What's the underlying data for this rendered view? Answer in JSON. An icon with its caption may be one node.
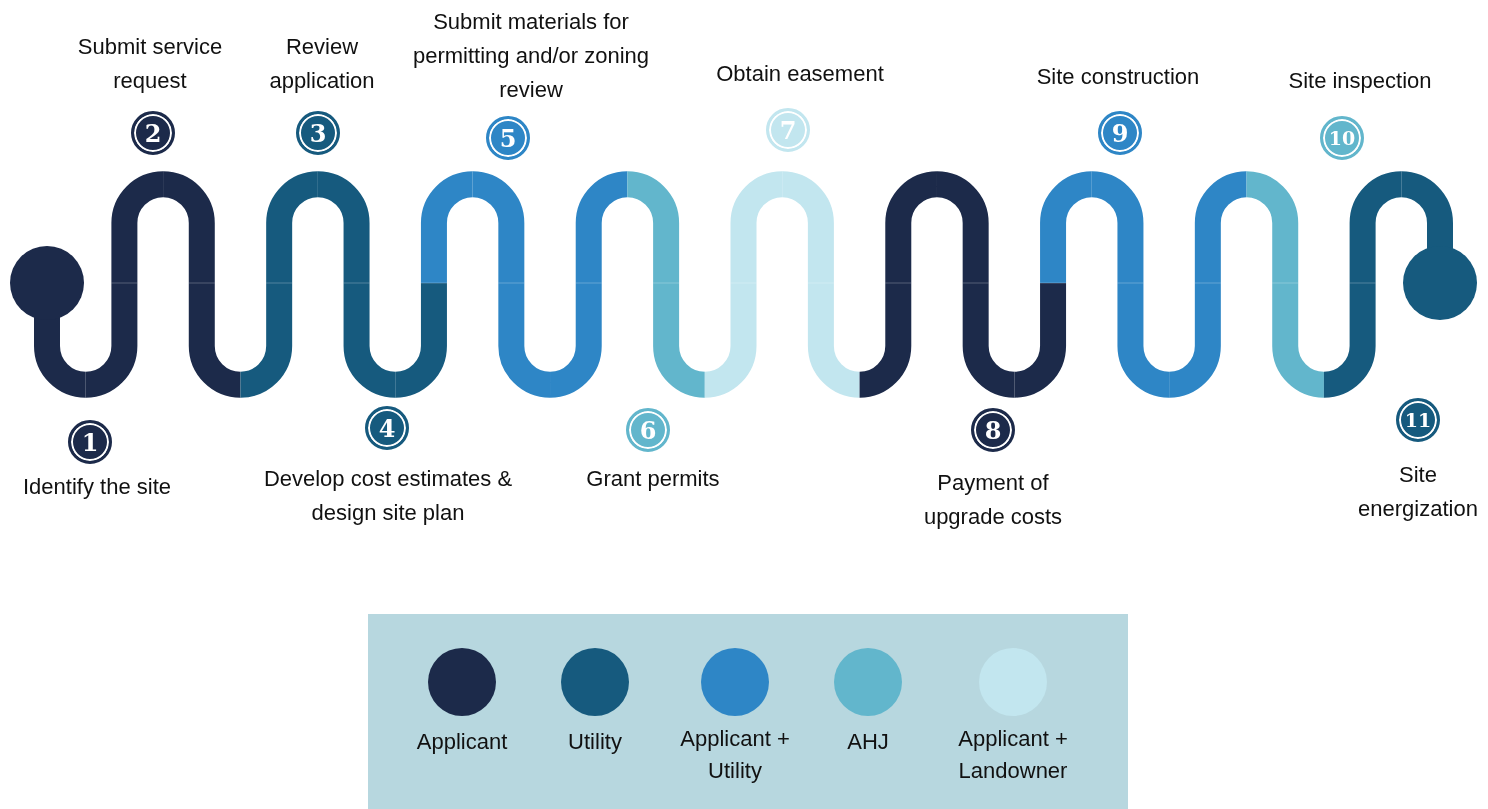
{
  "diagram": {
    "nodes": [
      {
        "text": [],
        "shape": "circle"
      },
      {
        "text": [
          "1"
        ],
        "beside": [
          "Identify the site"
        ]
      },
      {
        "text": [
          "2"
        ],
        "beside": [
          "Submit service request"
        ]
      },
      {
        "text": [
          "3"
        ],
        "beside": [
          "Review application"
        ]
      },
      {
        "text": [
          "4"
        ],
        "beside": [
          "Develop cost estimates & design site plan"
        ]
      },
      {
        "text": [
          "5"
        ],
        "beside": [
          "Submit materials for permitting and/or zoning review"
        ]
      },
      {
        "text": [
          "6"
        ],
        "beside": [
          "Grant permits"
        ]
      },
      {
        "text": [
          "7"
        ],
        "beside": [
          "Obtain easement"
        ]
      },
      {
        "text": [
          "8"
        ],
        "beside": [
          "Payment of upgrade costs"
        ]
      },
      {
        "text": [
          "9"
        ],
        "beside": [
          "Site construction"
        ]
      },
      {
        "text": [
          "10"
        ],
        "beside": [
          "Site inspection"
        ]
      },
      {
        "text": [
          "11"
        ],
        "beside": [
          "Site energization"
        ]
      },
      {
        "text": [],
        "shape": "circle"
      }
    ],
    "edges": [
      {
        "from": 0,
        "to": 12,
        "arrow": "none"
      }
    ],
    "legend": [
      {
        "text": "Applicant",
        "color": "#1c2a4a"
      },
      {
        "text": "Utility",
        "color": "#165a7e"
      },
      {
        "text": "Applicant + Utility",
        "color": "#2e86c6"
      },
      {
        "text": "AHJ",
        "color": "#62b6cc"
      },
      {
        "text": "Applicant + Landowner",
        "color": "#c2e6ef"
      }
    ]
  }
}
